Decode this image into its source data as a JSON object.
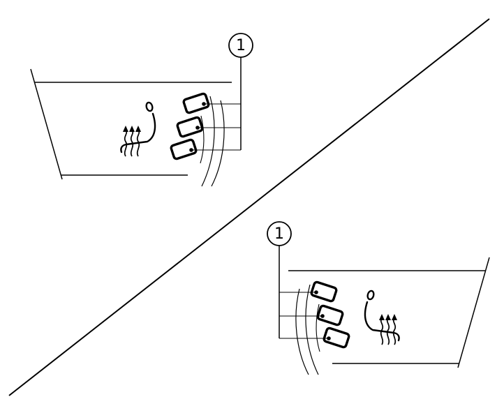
{
  "colors": {
    "background": "#ffffff",
    "line": "#000000"
  },
  "callouts": [
    {
      "position": "top-left",
      "label": "1"
    },
    {
      "position": "bottom-right",
      "label": "1"
    }
  ],
  "icons": [
    {
      "name": "seat-heater-icon",
      "meaning": "seat side profile with three rising wavy heat arrows"
    },
    {
      "name": "seat-heater-switch",
      "meaning": "rounded rectangular switch outline with indicator dot"
    },
    {
      "name": "callout-circle",
      "meaning": "numbered part callout balloon"
    },
    {
      "name": "diagonal-divider-line",
      "meaning": "separator between left-hand-drive and right-hand-drive views"
    }
  ]
}
